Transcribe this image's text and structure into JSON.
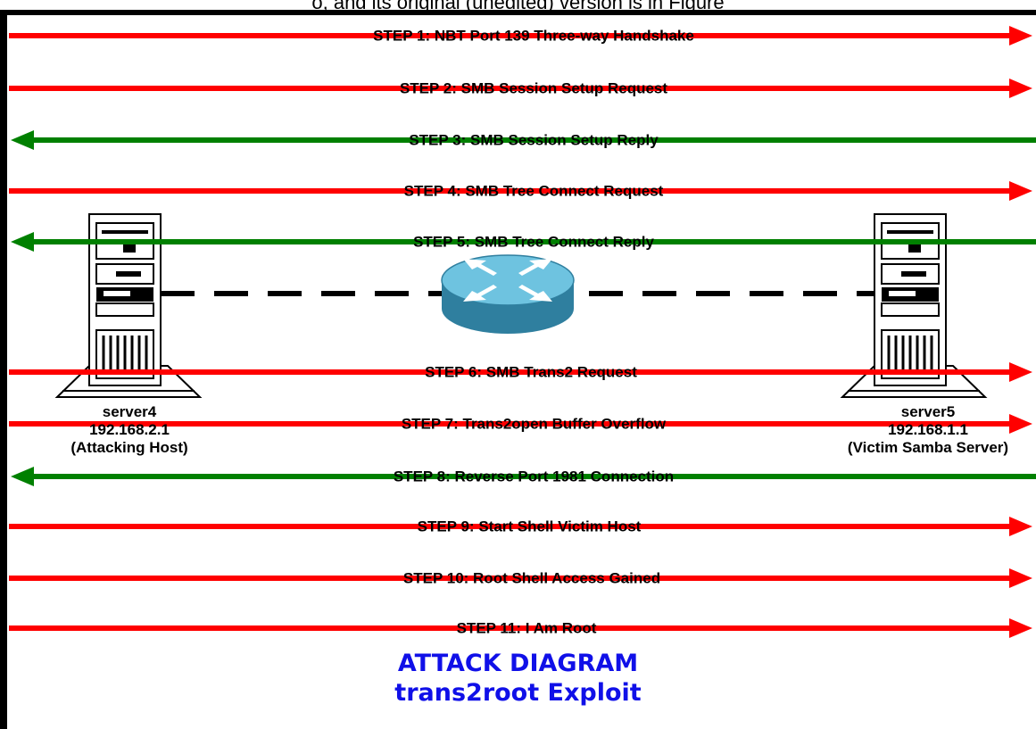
{
  "caption_top": "o, and its original (unedited) version is in Figure",
  "steps": [
    {
      "label": "STEP 1: NBT Port 139 Three-way Handshake",
      "direction": "right",
      "color": "#ff0000"
    },
    {
      "label": "STEP 2: SMB Session Setup Request",
      "direction": "right",
      "color": "#ff0000"
    },
    {
      "label": "STEP 3: SMB Session Setup Reply",
      "direction": "left",
      "color": "#008000"
    },
    {
      "label": "STEP 4: SMB Tree Connect Request",
      "direction": "right",
      "color": "#ff0000"
    },
    {
      "label": "STEP 5: SMB Tree Connect Reply",
      "direction": "left",
      "color": "#008000"
    },
    {
      "label": "STEP 6: SMB Trans2 Request",
      "direction": "right",
      "color": "#ff0000"
    },
    {
      "label": "STEP 7: Trans2open Buffer Overflow",
      "direction": "right",
      "color": "#ff0000"
    },
    {
      "label": "STEP 8: Reverse Port 1981 Connection",
      "direction": "left",
      "color": "#008000"
    },
    {
      "label": "STEP 9: Start Shell Victim Host",
      "direction": "right",
      "color": "#ff0000"
    },
    {
      "label": "STEP 10: Root Shell Access Gained",
      "direction": "right",
      "color": "#ff0000"
    },
    {
      "label": "STEP 11: I Am Root",
      "direction": "right",
      "color": "#ff0000"
    }
  ],
  "hosts": [
    {
      "name": "server4",
      "ip": "192.168.2.1",
      "role": "(Attacking Host)"
    },
    {
      "name": "server5",
      "ip": "192.168.1.1",
      "role": "(Victim Samba Server)"
    }
  ],
  "title": {
    "line1": "ATTACK DIAGRAM",
    "line2": "trans2root Exploit",
    "color": "#1010e8"
  },
  "icons": {
    "host": "server-tower-icon",
    "router": "router-icon"
  }
}
